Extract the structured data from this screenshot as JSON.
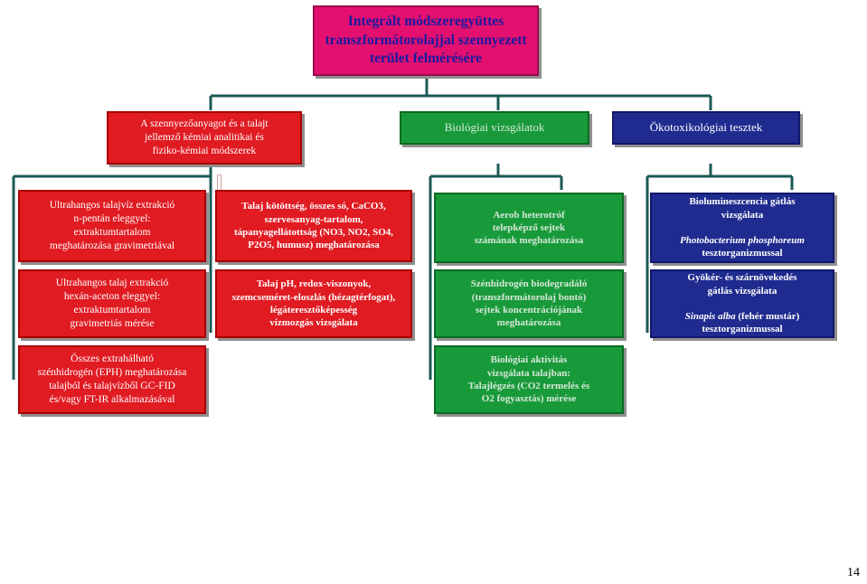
{
  "root": {
    "text": "Integrált módszeregyüttes\ntranszformátorolajjal szennyezett\nterület felmérésére"
  },
  "categories": {
    "chemical": {
      "text": "A  szennyezőanyagot és a talajt\njellemző kémiai analitikai és\nfiziko-kémiai módszerek"
    },
    "biological": {
      "text": "Biológiai vizsgálatok"
    },
    "ecotox": {
      "text": "Ökotoxikológiai tesztek"
    }
  },
  "chemical_items": [
    {
      "text": "Ultrahangos talajvíz extrakció\nn-pentán eleggyel:\nextraktumtartalom\nmeghatározása gravimetriával"
    },
    {
      "text": "Ultrahangos talaj extrakció\nhexán-aceton eleggyel:\nextraktumtartalom\ngravimetriás mérése"
    },
    {
      "text": "Összes extrahálható\nszénhidrogén (EPH) meghatározása\ntalajból és talajvízből GC-FID\nés/vagy FT-IR alkalmazásával"
    }
  ],
  "soil_items": [
    {
      "text": "Talaj kötöttség, összes só, CaCO3,\nszervesanyag-tartalom,\ntápanyagellátottság (NO3, NO2, SO4,\nP2O5, humusz) meghatározása"
    },
    {
      "text": "Talaj  pH,  redox-viszonyok,\nszemcseméret-eloszlás (hézagtérfogat),\nlégáteresztőképesség\nvízmozgás vizsgálata"
    }
  ],
  "biological_items": [
    {
      "text": "Aerob heterotróf\ntelepképző sejtek\nszámának meghatározása"
    },
    {
      "text": "Szénhidrogén biodegradáló\n(transzformátorolaj bontó)\nsejtek koncentrációjának\nmeghatározása"
    },
    {
      "text": "Biológiai aktivitás\nvizsgálata  talajban:\nTalajlégzés (CO2 termelés és\nO2 fogyasztás)  mérése"
    }
  ],
  "ecotox_items": [
    {
      "text_a": "Biolumineszcencia gátlás\nvizsgálata",
      "text_b": "Photobacterium  phosphoreum",
      "text_c": "tesztorganizmussal"
    },
    {
      "text_a": "Gyökér- és szárnövekedés\ngátlás vizsgálata",
      "text_b": "Sinapis alba",
      "text_c": "(fehér mustár)\ntesztorganizmussal"
    }
  ],
  "page_number": "14",
  "colors": {
    "red": "#e01b22",
    "green": "#189a3a",
    "navy": "#1f2b8f",
    "pink": "#e3106f",
    "connector": "#1a5a55"
  }
}
